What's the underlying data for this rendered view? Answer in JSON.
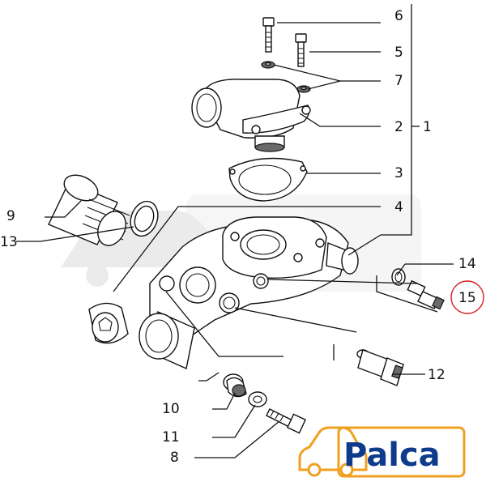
{
  "callouts": [
    {
      "id": "6",
      "label": "6"
    },
    {
      "id": "5",
      "label": "5"
    },
    {
      "id": "7",
      "label": "7"
    },
    {
      "id": "2",
      "label": "2"
    },
    {
      "id": "1",
      "label": "1"
    },
    {
      "id": "3",
      "label": "3"
    },
    {
      "id": "4",
      "label": "4"
    },
    {
      "id": "9",
      "label": "9"
    },
    {
      "id": "13",
      "label": "13"
    },
    {
      "id": "14",
      "label": "14"
    },
    {
      "id": "15",
      "label": "15"
    },
    {
      "id": "12",
      "label": "12"
    },
    {
      "id": "10",
      "label": "10"
    },
    {
      "id": "11",
      "label": "11"
    },
    {
      "id": "8",
      "label": "8"
    }
  ],
  "highlight": {
    "callout": "15",
    "color": "#d62020"
  },
  "logo": {
    "text": "Palca",
    "text_color": "#0e3b8c",
    "icon": "car-icon",
    "icon_color": "#f0a020",
    "watermark_color": "#e9e9e9"
  }
}
